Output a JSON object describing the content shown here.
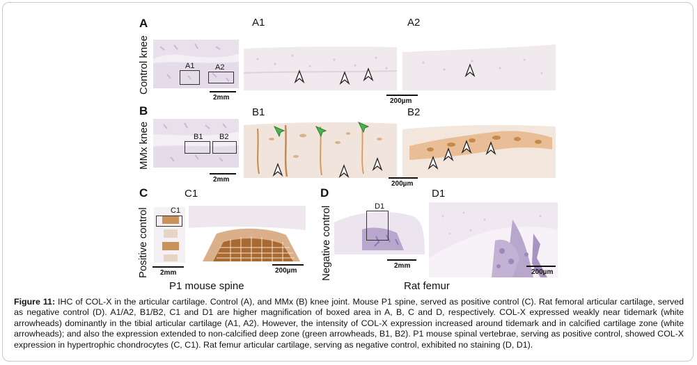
{
  "panels": {
    "A": "A",
    "A1": "A1",
    "A2": "A2",
    "B": "B",
    "B1": "B1",
    "B2": "B2",
    "C": "C",
    "C1": "C1",
    "D": "D",
    "D1": "D1"
  },
  "side_labels": {
    "control_knee": "Control knee",
    "mmx_knee": "MMx knee",
    "positive_control": "Positive control",
    "negative_control": "Negative control"
  },
  "box_labels": {
    "a1": "A1",
    "a2": "A2",
    "b1": "B1",
    "b2": "B2",
    "c1": "C1",
    "d1": "D1"
  },
  "scale_bars": {
    "a_low": "2mm",
    "a_high": "200µm",
    "b_low": "2mm",
    "b_high": "200µm",
    "c_low": "2mm",
    "c_high": "200µm",
    "d_low": "2mm",
    "d_high": "200µm"
  },
  "group_labels": {
    "p1_spine": "P1 mouse spine",
    "rat_femur": "Rat femur"
  },
  "caption": {
    "label": "Figure 11:",
    "text": " IHC of COL-X in the articular cartilage. Control (A), and MMx (B) knee joint. Mouse P1 spine, served as positive control (C). Rat femoral articular cartilage, served as negative control (D). A1/A2, B1/B2, C1 and D1 are higher magnification of boxed area in A, B, C and D, respectively. COL-X expressed weakly near tidemark (white arrowheads) dominantly in the tibial articular cartilage (A1, A2). However, the intensity of COL-X expression increased around tidemark and in calcified cartilage zone (white arrowheads); and also the expression extended to non-calcified deep zone (green arrowheads, B1, B2). P1 mouse spinal vertebrae, serving as positive control, showed COL-X expression in hypertrophic chondrocytes (C, C1). Rat femur articular cartilage, serving as negative control, exhibited no staining (D, D1)."
  },
  "colors": {
    "tissue_pale": "#ece4ee",
    "tissue_purple": "#b8a6cc",
    "stain_brown": "#c58a4a",
    "arrow_green": "#4caf50"
  }
}
